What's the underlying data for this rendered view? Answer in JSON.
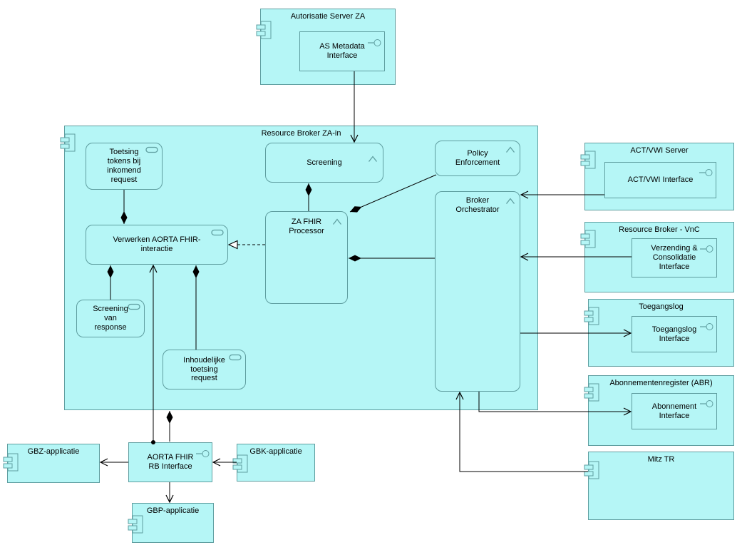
{
  "colors": {
    "node_fill": "#b5f6f6",
    "node_border": "#5f9ea0",
    "connector": "#000000",
    "background": "#ffffff",
    "text": "#000000"
  },
  "icons": {
    "component": "uml-component-double-tab",
    "interface": "lollipop-circle",
    "process": "chevron-up",
    "service": "oval-outline"
  },
  "nodes": {
    "autorisatie_server": {
      "title": "Autorisatie Server ZA"
    },
    "as_metadata_interface": {
      "label": "AS Metadata\nInterface"
    },
    "resource_broker_za_in": {
      "title": "Resource Broker ZA-in"
    },
    "toetsing_tokens": {
      "label": "Toetsing\ntokens bij\ninkomend\nrequest"
    },
    "screening": {
      "label": "Screening"
    },
    "policy_enforcement": {
      "label": "Policy\nEnforcement"
    },
    "broker_orchestrator": {
      "label": "Broker\nOrchestrator"
    },
    "za_fhir_processor": {
      "label": "ZA FHIR\nProcessor"
    },
    "verwerken_aorta": {
      "label": "Verwerken AORTA FHIR-\ninteractie"
    },
    "screening_van_response": {
      "label": "Screening\nvan\nresponse"
    },
    "inhoudelijke_toetsing": {
      "label": "Inhoudelijke\ntoetsing\nrequest"
    },
    "act_vwi_server": {
      "title": "ACT/VWI Server"
    },
    "act_vwi_interface": {
      "label": "ACT/VWI Interface"
    },
    "resource_broker_vnc": {
      "title": "Resource Broker - VnC"
    },
    "verzending_consolidatie_interface": {
      "label": "Verzending &\nConsolidatie\nInterface"
    },
    "toegangslog": {
      "title": "Toegangslog"
    },
    "toegangslog_interface": {
      "label": "Toegangslog\nInterface"
    },
    "abonnementenregister": {
      "title": "Abonnementenregister (ABR)"
    },
    "abonnement_interface": {
      "label": "Abonnement\nInterface"
    },
    "mitz_tr": {
      "title": "Mitz TR"
    },
    "gbz_applicatie": {
      "label": "GBZ-applicatie"
    },
    "aorta_fhir_rb_interface": {
      "label": "AORTA FHIR\nRB Interface"
    },
    "gbk_applicatie": {
      "label": "GBK-applicatie"
    },
    "gbp_applicatie": {
      "label": "GBP-applicatie"
    }
  },
  "edges": [
    {
      "from": "as_metadata_interface",
      "to": "screening",
      "type": "flow-arrow"
    },
    {
      "from": "toetsing_tokens",
      "to": "verwerken_aorta",
      "type": "composition"
    },
    {
      "from": "screening_van_response",
      "to": "verwerken_aorta",
      "type": "composition"
    },
    {
      "from": "inhoudelijke_toetsing",
      "to": "verwerken_aorta",
      "type": "composition"
    },
    {
      "from": "za_fhir_processor",
      "to": "verwerken_aorta",
      "type": "realization"
    },
    {
      "from": "za_fhir_processor",
      "to": "screening",
      "type": "composition"
    },
    {
      "from": "policy_enforcement",
      "to": "za_fhir_processor",
      "type": "composition"
    },
    {
      "from": "broker_orchestrator",
      "to": "za_fhir_processor",
      "type": "composition"
    },
    {
      "from": "act_vwi_interface",
      "to": "broker_orchestrator",
      "type": "arrow"
    },
    {
      "from": "verzending_consolidatie_interface",
      "to": "broker_orchestrator",
      "type": "arrow"
    },
    {
      "from": "broker_orchestrator",
      "to": "toegangslog_interface",
      "type": "arrow"
    },
    {
      "from": "broker_orchestrator",
      "to": "abonnement_interface",
      "type": "arrow"
    },
    {
      "from": "mitz_tr",
      "to": "broker_orchestrator",
      "type": "arrow"
    },
    {
      "from": "aorta_fhir_rb_interface",
      "to": "verwerken_aorta",
      "type": "arrow"
    },
    {
      "from": "resource_broker_za_in",
      "to": "aorta_fhir_rb_interface",
      "type": "composition"
    },
    {
      "from": "aorta_fhir_rb_interface",
      "to": "gbz_applicatie",
      "type": "arrow"
    },
    {
      "from": "gbk_applicatie",
      "to": "aorta_fhir_rb_interface",
      "type": "arrow"
    },
    {
      "from": "aorta_fhir_rb_interface",
      "to": "gbp_applicatie",
      "type": "arrow"
    }
  ]
}
